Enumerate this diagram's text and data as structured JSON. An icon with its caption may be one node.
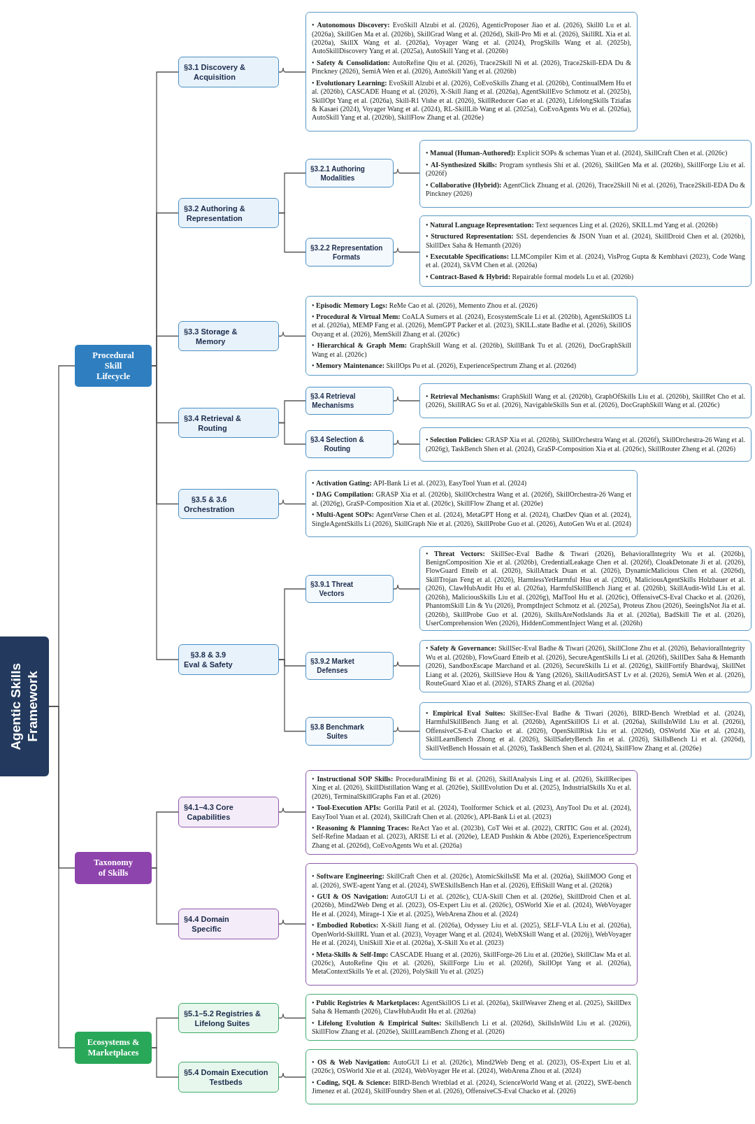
{
  "diagram": {
    "nodes": [
      {
        "text": [
          "Agentic Skills Framework"
        ]
      },
      {
        "text": [
          "Procedural Skill Lifecycle"
        ]
      },
      {
        "text": [
          "§3.1 Discovery & Acquisition"
        ]
      },
      {
        "text": [
          "• **Autonomous Discovery:** EvoSkill Alzubi et al. (2026), AgenticProposer Jiao et al. (2026), Skill0 Lu et al. (2026a), SkillGen Ma et al. (2026b), SkillGrad Wang et al. (2026d), Skill-Pro Mi et al. (2026), SkillRL Xia et al. (2026a), SkillX Wang et al. (2026a), Voyager Wang et al. (2024), ProgSkills Wang et al. (2025b), AutoSkillDiscovery Yang et al. (2025a), AutoSkill Yang et al. (2026b)",
          "• **Safety & Consolidation:** AutoRefine Qiu et al. (2026), Trace2Skill Ni et al. (2026), Trace2Skill-EDA Du & Pinckney (2026), SemiA Wen et al. (2026), AutoSkill Yang et al. (2026b)",
          "• **Evolutionary Learning:** EvoSkill Alzubi et al. (2026), CoEvoSkills Zhang et al. (2026b), ContinualMem Hu et al. (2026b), CASCADE Huang et al. (2026), X-Skill Jiang et al. (2026a), AgentSkillEvo Schmotz et al. (2025b), SkillOpt Yang et al. (2026a), Skill-R1 Vishe et al. (2026), SkillReducer Gao et al. (2026), LifelongSkills Tziafas & Kasaei (2024), Voyager Wang et al. (2024), RL-SkillLib Wang et al. (2025a), CoEvoAgents Wu et al. (2026a), AutoSkill Yang et al. (2026b), SkillFlow Zhang et al. (2026e)"
        ]
      },
      {
        "text": [
          "§3.2 Authoring & Representation"
        ]
      },
      {
        "text": [
          "§3.2.1 Authoring Modalities"
        ]
      },
      {
        "text": [
          "• **Manual (Human-Authored):** Explicit SOPs & schemas Yuan et al. (2024), SkillCraft Chen et al. (2026c)",
          "• **AI-Synthesized Skills:** Program synthesis Shi et al. (2026), SkillGen Ma et al. (2026b), SkillForge Liu et al. (2026f)",
          "• **Collaborative (Hybrid):** AgentClick Zhuang et al. (2026), Trace2Skill Ni et al. (2026), Trace2Skill-EDA Du & Pinckney (2026)"
        ]
      },
      {
        "text": [
          "§3.2.2 Representation Formats"
        ]
      },
      {
        "text": [
          "• **Natural Language Representation:** Text sequences Ling et al. (2026), SKILL.md Yang et al. (2026b)",
          "• **Structured Representation:** SSL dependencies & JSON Yuan et al. (2024), SkillDroid Chen et al. (2026b), SkillDex Saha & Hemanth (2026)",
          "• **Executable Specifications:** LLMCompiler Kim et al. (2024), VisProg Gupta & Kembhavi (2023), Code Wang et al. (2024), SkVM Chen et al. (2026a)",
          "• **Contract-Based & Hybrid:** Repairable formal models Lu et al. (2026b)"
        ]
      },
      {
        "text": [
          "§3.3 Storage & Memory"
        ]
      },
      {
        "text": [
          "• **Episodic Memory Logs:** ReMe Cao et al. (2026), Memento Zhou et al. (2026)",
          "• **Procedural & Virtual Mem:** CoALA Sumers et al. (2024), EcosystemScale Li et al. (2026b), AgentSkillOS Li et al. (2026a), MEMP Fang et al. (2026), MemGPT Packer et al. (2023), SKILL.state Badhe et al. (2026), SkillOS Ouyang et al. (2026), MemSkill Zhang et al. (2026c)",
          "• **Hierarchical & Graph Mem:** GraphSkill Wang et al. (2026b), SkillBank Tu et al. (2026), DocGraphSkill Wang et al. (2026c)",
          "• **Memory Maintenance:** SkillOps Pu et al. (2026), ExperienceSpectrum Zhang et al. (2026d)"
        ]
      },
      {
        "text": [
          "§3.4 Retrieval & Routing"
        ]
      },
      {
        "text": [
          "§3.4 Retrieval Mechanisms"
        ]
      },
      {
        "text": [
          "• **Retrieval Mechanisms:** GraphSkill Wang et al. (2026b), GraphOfSkills Liu et al. (2026b), SkillRet Cho et al. (2026), SkillRAG Su et al. (2026), NavigableSkills Sun et al. (2026), DocGraphSkill Wang et al. (2026c)"
        ]
      },
      {
        "text": [
          "§3.4 Selection & Routing"
        ]
      },
      {
        "text": [
          "• **Selection Policies:** GRASP Xia et al. (2026b), SkillOrchestra Wang et al. (2026f), SkillOrchestra-26 Wang et al. (2026g), TaskBench Shen et al. (2024), GraSP-Composition Xia et al. (2026c), SkillRouter Zheng et al. (2026)"
        ]
      },
      {
        "text": [
          "§3.5 & 3.6 Orchestration"
        ]
      },
      {
        "text": [
          "• **Activation Gating:** API-Bank Li et al. (2023), EasyTool Yuan et al. (2024)",
          "• **DAG Compilation:** GRASP Xia et al. (2026b), SkillOrchestra Wang et al. (2026f), SkillOrchestra-26 Wang et al. (2026g), GraSP-Composition Xia et al. (2026c), SkillFlow Zhang et al. (2026e)",
          "• **Multi-Agent SOPs:** AgentVerse Chen et al. (2024), MetaGPT Hong et al. (2024), ChatDev Qian et al. (2024), SingleAgentSkills Li (2026), SkillGraph Nie et al. (2026), SkillProbe Guo et al. (2026), AutoGen Wu et al. (2024)"
        ]
      },
      {
        "text": [
          "§3.8 & 3.9 Eval & Safety"
        ]
      },
      {
        "text": [
          "§3.9.1 Threat Vectors"
        ]
      },
      {
        "text": [
          "• **Threat Vectors:** SkillSec-Eval Badhe & Tiwari (2026), BehavioralIntegrity Wu et al. (2026b), BenignComposition Xie et al. (2026b), CredentialLeakage Chen et al. (2026f), CloakDetonate Ji et al. (2026), FlowGuard Etteib et al. (2026), SkillAttack Duan et al. (2026), DynamicMalicious Chen et al. (2026d), SkillTrojan Feng et al. (2026), HarmlessYetHarmful Hsu et al. (2026), MaliciousAgentSkills Holzbauer et al. (2026), ClawHubAudit Hu et al. (2026a), HarmfulSkillBench Jiang et al. (2026b), SkillAudit-Wild Liu et al. (2026h), MaliciousSkills Liu et al. (2026g), MalTool Hu et al. (2026c), OffensiveCS-Eval Chacko et al. (2026), PhantomSkill Lin & Yu (2026), PromptInject Schmotz et al. (2025a), Proteus Zhou (2026), SeeingIsNot Jia et al. (2026b), SkillProbe Guo et al. (2026), SkillsAreNotIslands Jia et al. (2026a), BadSkill Tie et al. (2026), UserComprehension Wen (2026), HiddenCommentInject Wang et al. (2026h)"
        ]
      },
      {
        "text": [
          "§3.9.2 Market Defenses"
        ]
      },
      {
        "text": [
          "• **Safety & Governance:** SkillSec-Eval Badhe & Tiwari (2026), SkillClone Zhu et al. (2026), BehavioralIntegrity Wu et al. (2026b), FlowGuard Etteib et al. (2026), SecureAgentSkills Li et al. (2026f), SkillDex Saha & Hemanth (2026), SandboxEscape Marchand et al. (2026), SecureSkills Li et al. (2026g), SkillFortify Bhardwaj, SkillNet Liang et al. (2026), SkillSieve Hou & Yang (2026), SkillAuditSAST Lv et al. (2026), SemiA Wen et al. (2026), RouteGuard Xiao et al. (2026), STARS Zhang et al. (2026a)"
        ]
      },
      {
        "text": [
          "§3.8 Benchmark Suites"
        ]
      },
      {
        "text": [
          "• **Empirical Eval Suites:** SkillSec-Eval Badhe & Tiwari (2026), BIRD-Bench Wretblad et al. (2024), HarmfulSkillBench Jiang et al. (2026b), AgentSkillOS Li et al. (2026a), SkillsInWild Liu et al. (2026i), OffensiveCS-Eval Chacko et al. (2026), OpenSkillRisk Liu et al. (2026d), OSWorld Xie et al. (2024), SkillLearnBench Zhong et al. (2026), SkillSafetyBench Jin et al. (2026), SkillsBench Li et al. (2026d), SkillVetBench Hossain et al. (2026), TaskBench Shen et al. (2024), SkillFlow Zhang et al. (2026e)"
        ]
      },
      {
        "text": [
          "Taxonomy of Skills"
        ]
      },
      {
        "text": [
          "§4.1–4.3 Core Capabilities"
        ]
      },
      {
        "text": [
          "• **Instructional SOP Skills:** ProceduralMining Bi et al. (2026), SkillAnalysis Ling et al. (2026), SkillRecipes Xing et al. (2026), SkillDistillation Wang et al. (2026e), SkillEvolution Du et al. (2025), IndustrialSkills Xu et al. (2026), TerminalSkillGraphs Fan et al. (2026)",
          "• **Tool-Execution APIs:** Gorilla Patil et al. (2024), Toolformer Schick et al. (2023), AnyTool Du et al. (2024), EasyTool Yuan et al. (2024), SkillCraft Chen et al. (2026c), API-Bank Li et al. (2023)",
          "• **Reasoning & Planning Traces:** ReAct Yao et al. (2023b), CoT Wei et al. (2022), CRITIC Gou et al. (2024), Self-Refine Madaan et al. (2023), ARISE Li et al. (2026e), LEAD Pushkin & Abbe (2026), ExperienceSpectrum Zhang et al. (2026d), CoEvoAgents Wu et al. (2026a)"
        ]
      },
      {
        "text": [
          "§4.4 Domain Specific"
        ]
      },
      {
        "text": [
          "• **Software Engineering:** SkillCraft Chen et al. (2026c), AtomicSkillsSE Ma et al. (2026a), SkillMOO Gong et al. (2026), SWE-agent Yang et al. (2024), SWESkillsBench Han et al. (2026), EffiSkill Wang et al. (2026k)",
          "• **GUI & OS Navigation:** AutoGUI Li et al. (2026c), CUA-Skill Chen et al. (2026e), SkillDroid Chen et al. (2026b), Mind2Web Deng et al. (2023), OS-Expert Liu et al. (2026c), OSWorld Xie et al. (2024), WebVoyager He et al. (2024), Mirage-1 Xie et al. (2025), WebArena Zhou et al. (2024)",
          "• **Embodied Robotics:** X-Skill Jiang et al. (2026a), Odyssey Liu et al. (2025), SELF-VLA Liu et al. (2026a), OpenWorld-SkillRL Yuan et al. (2023), Voyager Wang et al. (2024), WebXSkill Wang et al. (2026j), WebVoyager He et al. (2024), UniSkill Xie et al. (2026a), X-Skill Xu et al. (2023)",
          "• **Meta-Skills & Self-Imp:** CASCADE Huang et al. (2026), SkillForge-26 Liu et al. (2026e), SkillClaw Ma et al. (2026c), AutoRefine Qiu et al. (2026), SkillForge Liu et al. (2026f), SkillOpt Yang et al. (2026a), MetaContextSkills Ye et al. (2026), PolySkill Yu et al. (2025)"
        ]
      },
      {
        "text": [
          "Ecosystems & Marketplaces"
        ]
      },
      {
        "text": [
          "§5.1–5.2 Registries & Lifelong Suites"
        ]
      },
      {
        "text": [
          "• **Public Registries & Marketplaces:** AgentSkillOS Li et al. (2026a), SkillWeaver Zheng et al. (2025), SkillDex Saha & Hemanth (2026), ClawHubAudit Hu et al. (2026a)",
          "• **Lifelong Evolution & Empirical Suites:** SkillsBench Li et al. (2026d), SkillsInWild Liu et al. (2026i), SkillFlow Zhang et al. (2026e), SkillLearnBench Zhong et al. (2026)"
        ]
      },
      {
        "text": [
          "§5.4 Domain Execution Testbeds"
        ]
      },
      {
        "text": [
          "• **OS & Web Navigation:** AutoGUI Li et al. (2026c), Mind2Web Deng et al. (2023), OS-Expert Liu et al. (2026c), OSWorld Xie et al. (2024), WebVoyager He et al. (2024), WebArena Zhou et al. (2024)",
          "• **Coding, SQL & Science:** BIRD-Bench Wretblad et al. (2024), ScienceWorld Wang et al. (2022), SWE-bench Jimenez et al. (2024), SkillFoundry Shen et al. (2026), OffensiveCS-Eval Chacko et al. (2026)"
        ]
      }
    ],
    "edges": [
      {
        "from": 0,
        "to": 1,
        "arrow": "none"
      },
      {
        "from": 0,
        "to": 25,
        "arrow": "none"
      },
      {
        "from": 0,
        "to": 30,
        "arrow": "none"
      },
      {
        "from": 1,
        "to": 2,
        "arrow": "none"
      },
      {
        "from": 1,
        "to": 4,
        "arrow": "none"
      },
      {
        "from": 1,
        "to": 9,
        "arrow": "none"
      },
      {
        "from": 1,
        "to": 11,
        "arrow": "none"
      },
      {
        "from": 1,
        "to": 16,
        "arrow": "none"
      },
      {
        "from": 1,
        "to": 18,
        "arrow": "none"
      },
      {
        "from": 2,
        "to": 3,
        "arrow": "none"
      },
      {
        "from": 4,
        "to": 5,
        "arrow": "none"
      },
      {
        "from": 4,
        "to": 7,
        "arrow": "none"
      },
      {
        "from": 5,
        "to": 6,
        "arrow": "none"
      },
      {
        "from": 7,
        "to": 8,
        "arrow": "none"
      },
      {
        "from": 9,
        "to": 10,
        "arrow": "none"
      },
      {
        "from": 11,
        "to": 12,
        "arrow": "none"
      },
      {
        "from": 11,
        "to": 14,
        "arrow": "none"
      },
      {
        "from": 12,
        "to": 13,
        "arrow": "none"
      },
      {
        "from": 14,
        "to": 15,
        "arrow": "none"
      },
      {
        "from": 16,
        "to": 17,
        "arrow": "none"
      },
      {
        "from": 18,
        "to": 19,
        "arrow": "none"
      },
      {
        "from": 18,
        "to": 21,
        "arrow": "none"
      },
      {
        "from": 18,
        "to": 23,
        "arrow": "none"
      },
      {
        "from": 19,
        "to": 20,
        "arrow": "none"
      },
      {
        "from": 21,
        "to": 22,
        "arrow": "none"
      },
      {
        "from": 23,
        "to": 24,
        "arrow": "none"
      },
      {
        "from": 25,
        "to": 26,
        "arrow": "none"
      },
      {
        "from": 25,
        "to": 28,
        "arrow": "none"
      },
      {
        "from": 26,
        "to": 27,
        "arrow": "none"
      },
      {
        "from": 28,
        "to": 29,
        "arrow": "none"
      },
      {
        "from": 30,
        "to": 31,
        "arrow": "none"
      },
      {
        "from": 30,
        "to": 33,
        "arrow": "none"
      },
      {
        "from": 31,
        "to": 32,
        "arrow": "none"
      },
      {
        "from": 33,
        "to": 34,
        "arrow": "none"
      }
    ]
  }
}
